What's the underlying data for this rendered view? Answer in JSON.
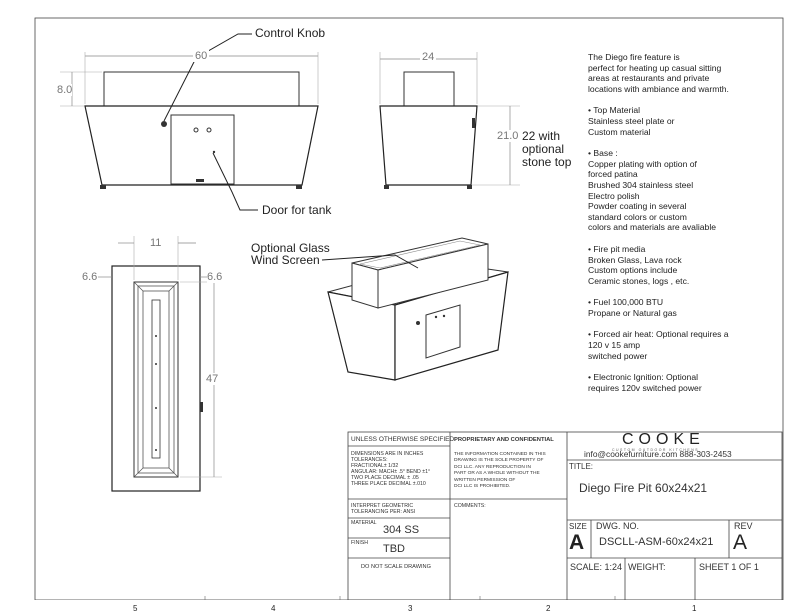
{
  "callouts": {
    "control_knob": "Control Knob",
    "door_for_tank": "Door for tank",
    "optional_glass_line1": "Optional Glass",
    "optional_glass_line2": "Wind Screen",
    "height_note_line1": "22 with",
    "height_note_line2": "optional",
    "height_note_line3": "stone top"
  },
  "dimensions": {
    "front_width": "60",
    "front_top_height": "8.0",
    "side_width": "24",
    "side_height": "21.0",
    "plan_inner_width": "11",
    "plan_left_offset": "6.6",
    "plan_right_offset": "6.6",
    "plan_length": "47"
  },
  "spec_text": {
    "intro": "The Diego fire feature is\nperfect for heating up casual sitting\nareas at restaurants and private\nlocations with ambiance and warmth.",
    "top_material": "• Top Material\nStainless steel plate or\nCustom material",
    "base": "• Base :\nCopper plating with option of\nforced patina\nBrushed 304 stainless steel\nElectro polish\nPowder coating in several\nstandard colors or custom\ncolors and materials are avaliable",
    "fire_pit_media": "• Fire pit media\nBroken Glass, Lava rock\nCustom options include\nCeramic stones, logs , etc.",
    "fuel": "• Fuel 100,000 BTU\nPropane or Natural gas",
    "forced_air": "• Forced air heat: Optional requires a\n120 v 15 amp\nswitched power",
    "ignition": "• Electronic Ignition: Optional\nrequires 120v switched power"
  },
  "title_block": {
    "unless_specified": "UNLESS OTHERWISE SPECIFIED:",
    "dimensions_in_inches": "DIMENSIONS ARE IN INCHES",
    "tolerances": "TOLERANCES:",
    "fractional": "FRACTIONAL± 1/32",
    "angular": "ANGULAR: MACH± .5°  BEND ±1°",
    "two_place": "TWO PLACE DECIMAL    ± .05",
    "three_place": "THREE PLACE DECIMAL   ±.010",
    "interpret_geometric": "INTERPRET GEOMETRIC",
    "tolerancing_per": "TOLERANCING PER: ANSI",
    "material_label": "MATERIAL",
    "material_value": "304 SS",
    "finish_label": "FINISH",
    "finish_value": "TBD",
    "do_not_scale": "DO NOT SCALE DRAWING",
    "proprietary_title": "PROPRIETARY AND CONFIDENTIAL",
    "proprietary_body": "THE INFORMATION CONTAINED IN THIS\nDRAWING IS THE SOLE PROPERTY OF\nDCI LLC. ANY REPRODUCTION IN\nPART OR AS A WHOLE WITHOUT THE\nWRITTEN PERMISSION OF\nDCI LLC IS PROHIBITED.",
    "comments_label": "COMMENTS:",
    "brand": "COOKE",
    "brand_tagline": "CUSTOM OUTDOOR KITCHENS",
    "contact": "info@cookefurniture.com 888-303-2453",
    "title_label": "TITLE:",
    "title_value": "Diego Fire Pit 60x24x21",
    "size_label": "SIZE",
    "size_value": "A",
    "dwg_no_label": "DWG.  NO.",
    "dwg_no_value": "DSCLL-ASM-60x24x21",
    "rev_label": "REV",
    "rev_value": "A",
    "scale": "SCALE: 1:24",
    "weight": "WEIGHT:",
    "sheet": "SHEET 1 OF 1"
  },
  "zones": [
    "5",
    "4",
    "3",
    "2",
    "1"
  ]
}
